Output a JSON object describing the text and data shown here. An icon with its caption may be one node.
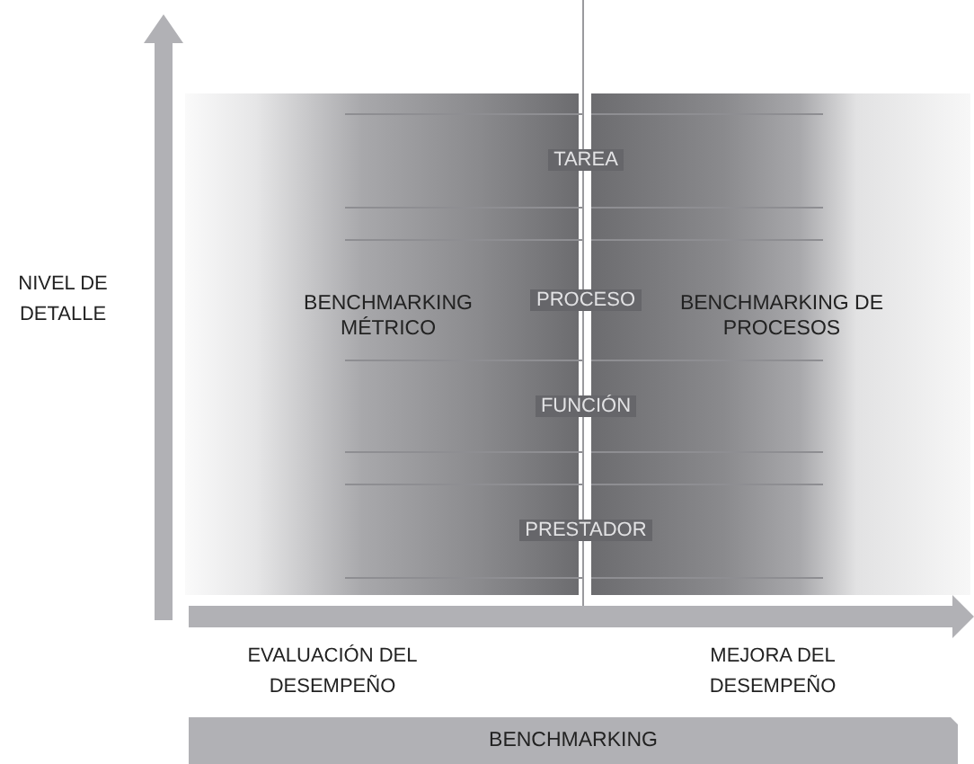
{
  "diagram": {
    "nodes": [
      {
        "text": [
          "BENCHMARKING MÉTRICO"
        ]
      },
      {
        "text": [
          "BENCHMARKING DE PROCESOS"
        ]
      },
      {
        "text": [
          "TAREA"
        ]
      },
      {
        "text": [
          "PROCESO"
        ]
      },
      {
        "text": [
          "FUNCIÓN"
        ]
      },
      {
        "text": [
          "PRESTADOR"
        ]
      },
      {
        "text": [
          "BENCHMARKING"
        ]
      }
    ],
    "labels": [
      "NIVEL DE DETALLE",
      "EVALUACIÓN DEL DESEMPEÑO",
      "MEJORA DEL DESEMPEÑO"
    ]
  }
}
